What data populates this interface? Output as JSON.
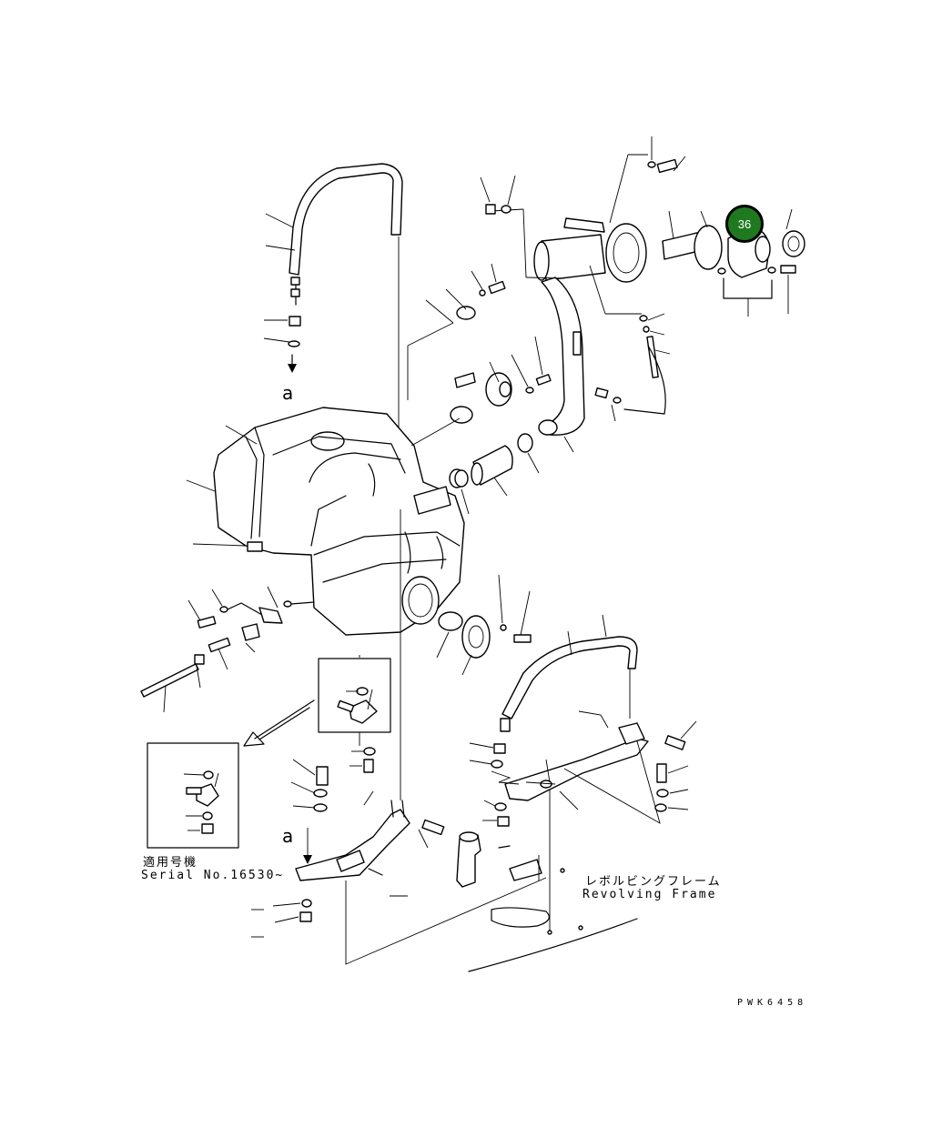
{
  "diagram": {
    "callout": {
      "number": "36",
      "color": "#1f7a1f",
      "border": "#000000"
    },
    "ref_labels": [
      "a",
      "a"
    ],
    "serial_note": {
      "jp": "適用号機",
      "en": "Serial No.16530~"
    },
    "frame_label": {
      "jp": "レボルビングフレーム",
      "en": "Revolving Frame"
    },
    "drawing_code": "PWK6458"
  }
}
